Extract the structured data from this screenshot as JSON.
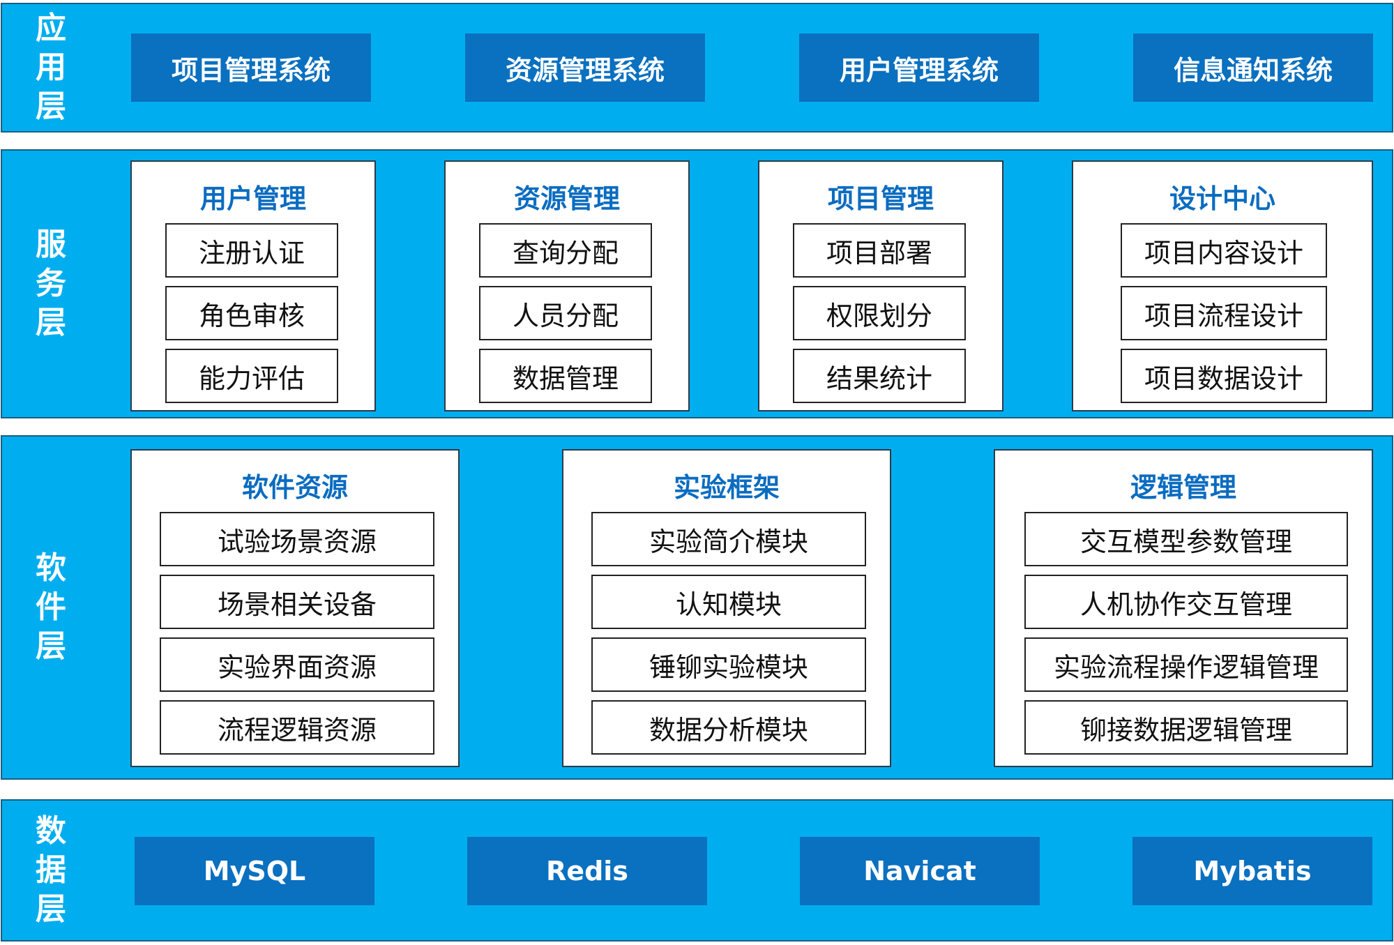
{
  "layers": {
    "application": {
      "label": [
        "应",
        "用",
        "层"
      ],
      "systems": [
        "项目管理系统",
        "资源管理系统",
        "用户管理系统",
        "信息通知系统"
      ]
    },
    "service": {
      "label": [
        "服",
        "务",
        "层"
      ],
      "panels": [
        {
          "title": "用户管理",
          "items": [
            "注册认证",
            "角色审核",
            "能力评估"
          ]
        },
        {
          "title": "资源管理",
          "items": [
            "查询分配",
            "人员分配",
            "数据管理"
          ]
        },
        {
          "title": "项目管理",
          "items": [
            "项目部署",
            "权限划分",
            "结果统计"
          ]
        },
        {
          "title": "设计中心",
          "items": [
            "项目内容设计",
            "项目流程设计",
            "项目数据设计"
          ]
        }
      ]
    },
    "software": {
      "label": [
        "软",
        "件",
        "层"
      ],
      "panels": [
        {
          "title": "软件资源",
          "items": [
            "试验场景资源",
            "场景相关设备",
            "实验界面资源",
            "流程逻辑资源"
          ]
        },
        {
          "title": "实验框架",
          "items": [
            "实验简介模块",
            "认知模块",
            "锤铆实验模块",
            "数据分析模块"
          ]
        },
        {
          "title": "逻辑管理",
          "items": [
            "交互模型参数管理",
            "人机协作交互管理",
            "实验流程操作逻辑管理",
            "铆接数据逻辑管理"
          ]
        }
      ]
    },
    "data": {
      "label": [
        "数",
        "据",
        "层"
      ],
      "systems": [
        "MySQL",
        "Redis",
        "Navicat",
        "Mybatis"
      ]
    }
  },
  "colors": {
    "layer_bg": "#00aeef",
    "system_box": "#0a70c0",
    "panel_title": "#0a6cc0"
  }
}
